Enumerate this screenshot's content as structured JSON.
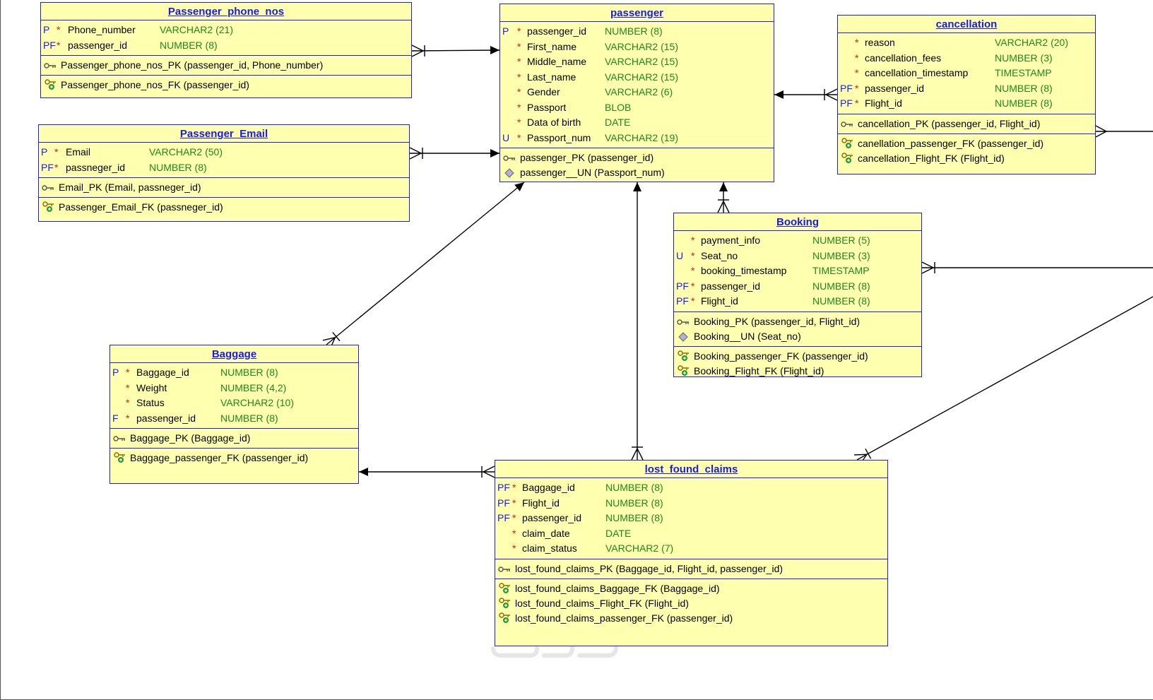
{
  "entities": {
    "phone": {
      "title": "Passenger_phone_nos",
      "columns": [
        {
          "flag": "P",
          "name": "Phone_number",
          "type": "VARCHAR2 (21)"
        },
        {
          "flag": "PF",
          "name": "passenger_id",
          "type": "NUMBER (8)"
        }
      ],
      "pk": [
        "Passenger_phone_nos_PK (passenger_id, Phone_number)"
      ],
      "fk": [
        "Passenger_phone_nos_FK (passenger_id)"
      ]
    },
    "email": {
      "title": "Passenger_Email",
      "columns": [
        {
          "flag": "P",
          "name": "Email",
          "type": "VARCHAR2 (50)"
        },
        {
          "flag": "PF",
          "name": "passneger_id",
          "type": "NUMBER (8)"
        }
      ],
      "pk": [
        "Email_PK (Email, passneger_id)"
      ],
      "fk": [
        "Passenger_Email_FK (passneger_id)"
      ]
    },
    "passenger": {
      "title": "passenger",
      "columns": [
        {
          "flag": "P",
          "name": "passenger_id",
          "type": "NUMBER (8)"
        },
        {
          "flag": "",
          "name": "First_name",
          "type": "VARCHAR2 (15)"
        },
        {
          "flag": "",
          "name": "Middle_name",
          "type": "VARCHAR2 (15)"
        },
        {
          "flag": "",
          "name": "Last_name",
          "type": "VARCHAR2 (15)"
        },
        {
          "flag": "",
          "name": "Gender",
          "type": "VARCHAR2 (6)"
        },
        {
          "flag": "",
          "name": "Passport",
          "type": "BLOB"
        },
        {
          "flag": "",
          "name": "Data of birth",
          "type": "DATE"
        },
        {
          "flag": "U",
          "name": "Passport_num",
          "type": "VARCHAR2 (19)"
        }
      ],
      "pk": [
        "passenger_PK (passenger_id)",
        "passenger__UN (Passport_num)"
      ],
      "fk": []
    },
    "cancellation": {
      "title": "cancellation",
      "columns": [
        {
          "flag": "",
          "name": "reason",
          "type": "VARCHAR2 (20)"
        },
        {
          "flag": "",
          "name": "cancellation_fees",
          "type": "NUMBER (3)"
        },
        {
          "flag": "",
          "name": "cancellation_timestamp",
          "type": "TIMESTAMP"
        },
        {
          "flag": "PF",
          "name": "passenger_id",
          "type": "NUMBER (8)"
        },
        {
          "flag": "PF",
          "name": "Flight_id",
          "type": "NUMBER (8)"
        }
      ],
      "pk": [
        "cancellation_PK (passenger_id, Flight_id)"
      ],
      "fk": [
        "canellation_passenger_FK (passenger_id)",
        "cancellation_Flight_FK (Flight_id)"
      ]
    },
    "booking": {
      "title": "Booking",
      "columns": [
        {
          "flag": "",
          "name": "payment_info",
          "type": "NUMBER (5)"
        },
        {
          "flag": "U",
          "name": "Seat_no",
          "type": "NUMBER (3)"
        },
        {
          "flag": "",
          "name": "booking_timestamp",
          "type": "TIMESTAMP"
        },
        {
          "flag": "PF",
          "name": "passenger_id",
          "type": "NUMBER (8)"
        },
        {
          "flag": "PF",
          "name": "Flight_id",
          "type": "NUMBER (8)"
        }
      ],
      "pk": [
        "Booking_PK (passenger_id, Flight_id)",
        "Booking__UN (Seat_no)"
      ],
      "fk": [
        "Booking_passenger_FK (passenger_id)",
        "Booking_Flight_FK (Flight_id)"
      ]
    },
    "baggage": {
      "title": "Baggage",
      "columns": [
        {
          "flag": "P",
          "name": "Baggage_id",
          "type": "NUMBER (8)"
        },
        {
          "flag": "",
          "name": "Weight",
          "type": "NUMBER (4,2)"
        },
        {
          "flag": "",
          "name": "Status",
          "type": "VARCHAR2 (10)"
        },
        {
          "flag": "F",
          "name": "passenger_id",
          "type": "NUMBER (8)"
        }
      ],
      "pk": [
        "Baggage_PK (Baggage_id)"
      ],
      "fk": [
        "Baggage_passenger_FK (passenger_id)"
      ]
    },
    "claims": {
      "title": "lost_found_claims",
      "columns": [
        {
          "flag": "PF",
          "name": "Baggage_id",
          "type": "NUMBER (8)"
        },
        {
          "flag": "PF",
          "name": "Flight_id",
          "type": "NUMBER (8)"
        },
        {
          "flag": "PF",
          "name": "passenger_id",
          "type": "NUMBER (8)"
        },
        {
          "flag": "",
          "name": "claim_date",
          "type": "DATE"
        },
        {
          "flag": "",
          "name": "claim_status",
          "type": "VARCHAR2 (7)"
        }
      ],
      "pk": [
        "lost_found_claims_PK (Baggage_id, Flight_id, passenger_id)"
      ],
      "fk": [
        "lost_found_claims_Baggage_FK (Baggage_id)",
        "lost_found_claims_Flight_FK (Flight_id)",
        "lost_found_claims_passenger_FK (passenger_id)"
      ]
    }
  },
  "colors": {
    "entity_fill": "#ffffb0",
    "entity_border": "#1a1aff",
    "title": "#1a1aee",
    "type": "#1a8a1a",
    "mandatory": "#ee1111"
  },
  "icons": {
    "primary_key": "key-icon",
    "unique_key": "diamond-icon",
    "foreign_key": "foreign-key-icon"
  }
}
